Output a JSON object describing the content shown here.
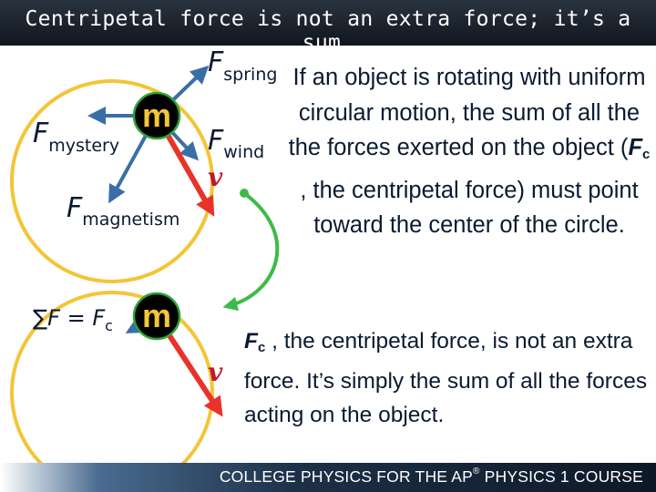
{
  "title": "Centripetal force is not an extra force; it’s a sum.",
  "diagram": {
    "mass_label": "m",
    "velocity_label": "v",
    "forces": {
      "spring": "spring",
      "wind": "wind",
      "mystery": "mystery",
      "magnetism": "magnetism"
    },
    "force_symbol": "F",
    "sum_label": "∑F = F",
    "sum_subscript": "c"
  },
  "paragraph1": {
    "before": "If an object is rotating with uniform circular motion, the sum of all the the forces exerted on the object (",
    "symbol": "F",
    "subscript": "c",
    "after": " , the centripetal force) must point toward the center of the circle."
  },
  "paragraph2": {
    "symbol": "F",
    "subscript": "c",
    "after": " , the centripetal force, is not an extra force. It’s simply the sum of all the forces acting on the object."
  },
  "footer": {
    "before": "COLLEGE PHYSICS FOR THE AP",
    "reg": "®",
    "after": " PHYSICS 1 COURSE"
  },
  "colors": {
    "circle": "#f3c537",
    "force_arrow": "#3a6ea8",
    "velocity_arrow": "#e8332a",
    "curved_arrow": "#3dbb4a",
    "velocity_label": "#c0192a",
    "mass_ball": "#000000",
    "mass_ball_edge": "#2aa53a",
    "mass_text": "#f3c537"
  }
}
